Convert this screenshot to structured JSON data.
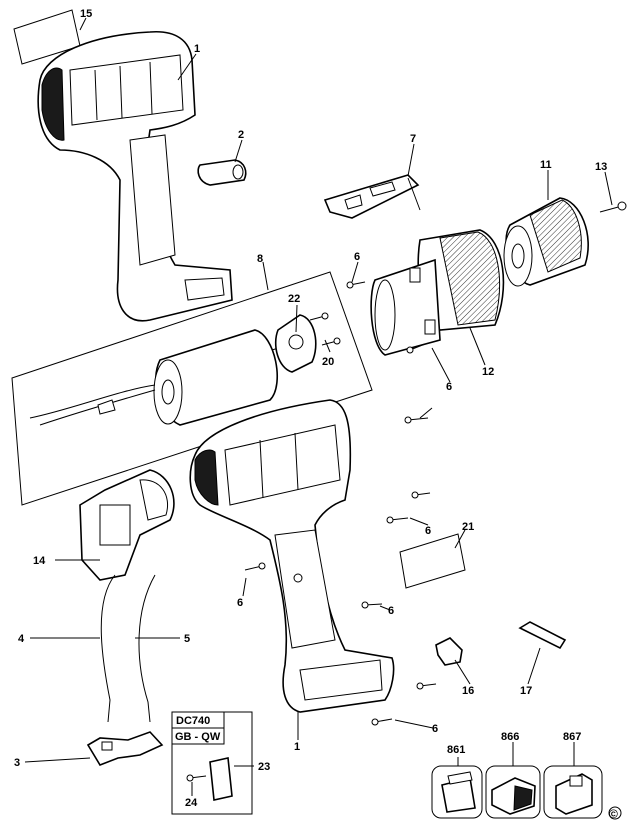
{
  "callouts": {
    "c15": "15",
    "c1a": "1",
    "c2": "2",
    "c7": "7",
    "c11": "11",
    "c13": "13",
    "c8": "8",
    "c22": "22",
    "c20": "20",
    "c6a": "6",
    "c12": "12",
    "c6b": "6",
    "c6c": "6",
    "c21": "21",
    "c14": "14",
    "c6d": "6",
    "c6e": "6",
    "c4": "4",
    "c5": "5",
    "c16": "16",
    "c17": "17",
    "c6f": "6",
    "c1b": "1",
    "c3": "3",
    "c23": "23",
    "c24": "24",
    "c861": "861",
    "c866": "866",
    "c867": "867"
  },
  "kit_box": {
    "model": "DC740",
    "variant": "GB - QW"
  },
  "copyright_symbol": "©"
}
